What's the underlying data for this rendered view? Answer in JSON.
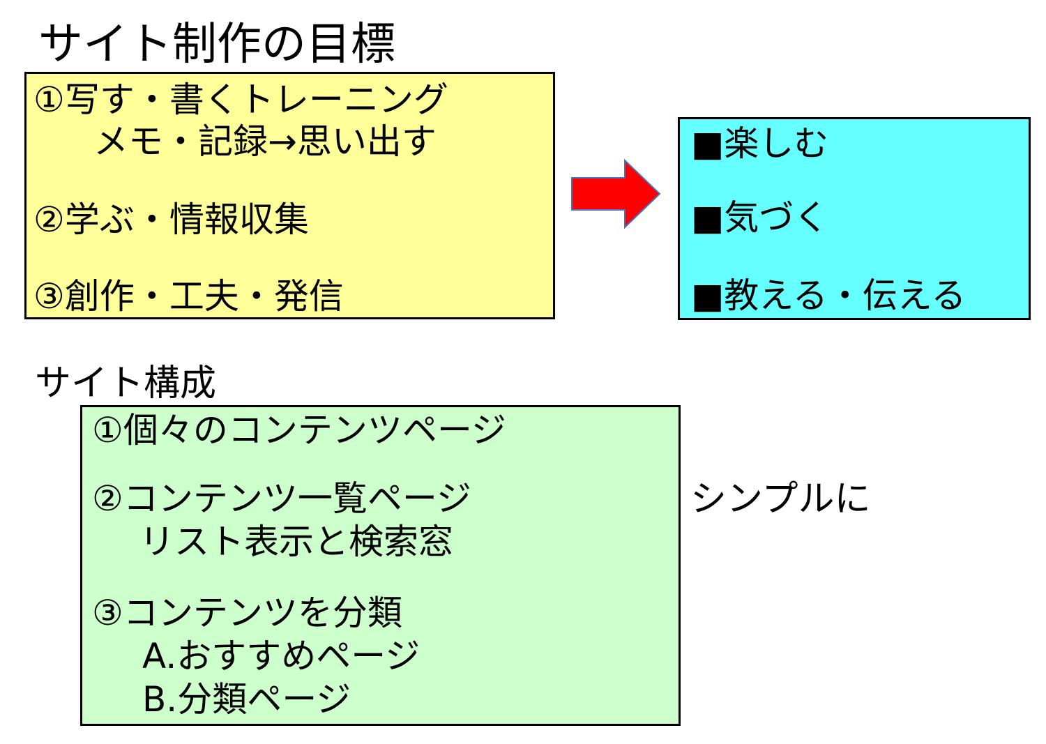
{
  "colors": {
    "goals_box": "#ffff99",
    "outcomes_box": "#66ffff",
    "structure_box": "#ccffcc",
    "arrow_fill": "#ff0000",
    "arrow_stroke": "#4472c4"
  },
  "goals": {
    "title": "サイト制作の目標",
    "item1_line1": "①写す・書くトレーニング",
    "item1_line2": "メモ・記録→思い出す",
    "item2": "②学ぶ・情報収集",
    "item3": "③創作・工夫・発信"
  },
  "arrow": {
    "icon": "right-arrow-icon"
  },
  "outcomes": {
    "item1": "■楽しむ",
    "item2": "■気づく",
    "item3": "■教える・伝える"
  },
  "structure": {
    "title": "サイト構成",
    "item1": "①個々のコンテンツページ",
    "item2_line1": "②コンテンツ一覧ページ",
    "item2_line2": "リスト表示と検索窓",
    "item3_line1": "③コンテンツを分類",
    "item3_sub_a": "A.おすすめページ",
    "item3_sub_b": "B.分類ページ",
    "note": "シンプルに"
  }
}
